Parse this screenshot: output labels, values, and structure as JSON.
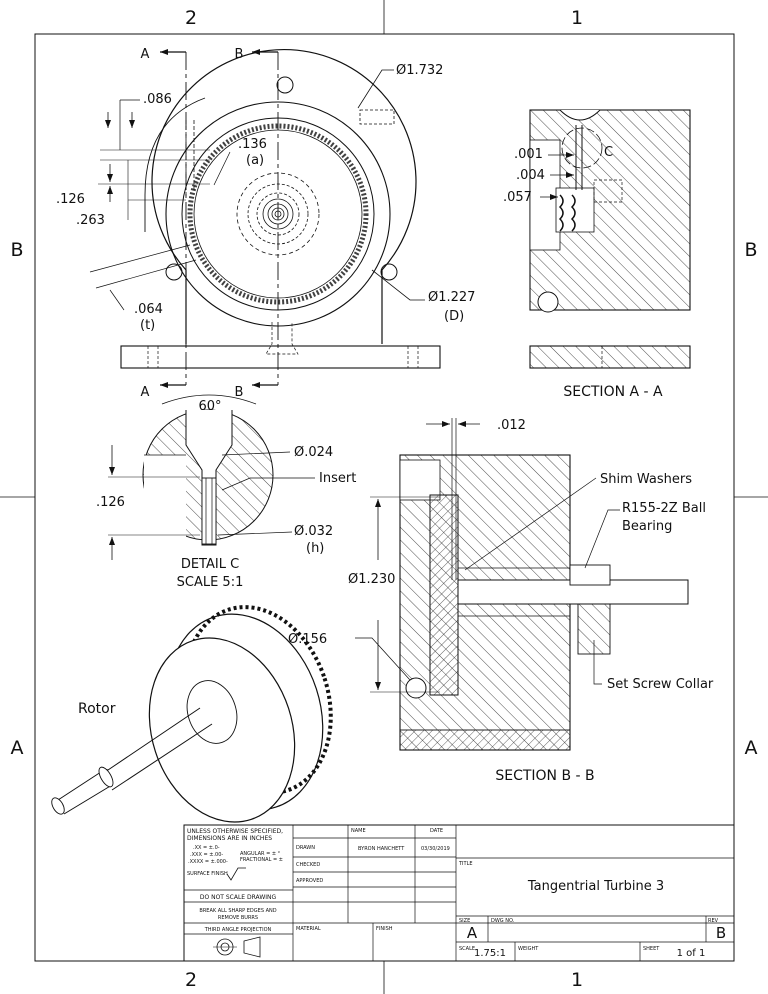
{
  "zones": {
    "top": [
      "2",
      "1"
    ],
    "bottom": [
      "2",
      "1"
    ],
    "left": [
      "B",
      "A"
    ],
    "right": [
      "B",
      "A"
    ]
  },
  "front_view": {
    "cut_a": "A",
    "cut_b": "B",
    "dims": {
      "outer_dia": "Ø1.732",
      "d086": ".086",
      "d136": ".136",
      "d136_note": "(a)",
      "d126": ".126",
      "d263": ".263",
      "d064": ".064",
      "d064_note": "(t)",
      "rotor_dia": "Ø1.227",
      "rotor_dia_note": "(D)"
    }
  },
  "section_aa": {
    "title": "SECTION A - A",
    "dims": {
      "d001": ".001",
      "d004": ".004",
      "d057": ".057",
      "detail": "C"
    }
  },
  "detail_c": {
    "title": "DETAIL C",
    "scale": "SCALE 5:1",
    "angle": "60°",
    "dia024": "Ø.024",
    "insert": "Insert",
    "d126": ".126",
    "dia032": "Ø.032",
    "dia032_note": "(h)"
  },
  "section_bb": {
    "title": "SECTION B - B",
    "gap": ".012",
    "dia1230": "Ø1.230",
    "dia156": "Ø.156",
    "shim": "Shim Washers",
    "bearing_line1": "R155-2Z Ball",
    "bearing_line2": "Bearing",
    "collar": "Set Screw Collar"
  },
  "iso_view": {
    "label": "Rotor"
  },
  "title_block": {
    "notes_line1": "UNLESS OTHERWISE SPECIFIED,",
    "notes_line2": "DIMENSIONS ARE IN INCHES",
    "tol1": ".XX = ±.0-",
    "tol2": ".XXX = ±.00-",
    "tol3": ".XXXX = ±.000-",
    "ang1": "ANGULAR = ± °",
    "ang2": "FRACTIONAL = ±",
    "surface": "SURFACE FINISH",
    "no_scale": "DO NOT SCALE DRAWING",
    "break1": "BREAK ALL SHARP EDGES AND",
    "break2": "REMOVE BURRS",
    "projection": "THIRD ANGLE PROJECTION",
    "col_name": "NAME",
    "col_date": "DATE",
    "drawn": "DRAWN",
    "drawn_name": "BYRON HANCHETT",
    "drawn_date": "03/30/2019",
    "checked": "CHECKED",
    "approved": "APPROVED",
    "material": "MATERIAL",
    "finish": "FINISH",
    "title_label": "TITLE",
    "title": "Tangentrial Turbine 3",
    "size_label": "SIZE",
    "size": "A",
    "dwg_label": "DWG NO.",
    "rev_label": "REV",
    "rev": "B",
    "scale_label": "SCALE",
    "scale": "1.75:1",
    "weight_label": "WEIGHT",
    "sheet_label": "SHEET",
    "sheet": "1 of 1"
  }
}
